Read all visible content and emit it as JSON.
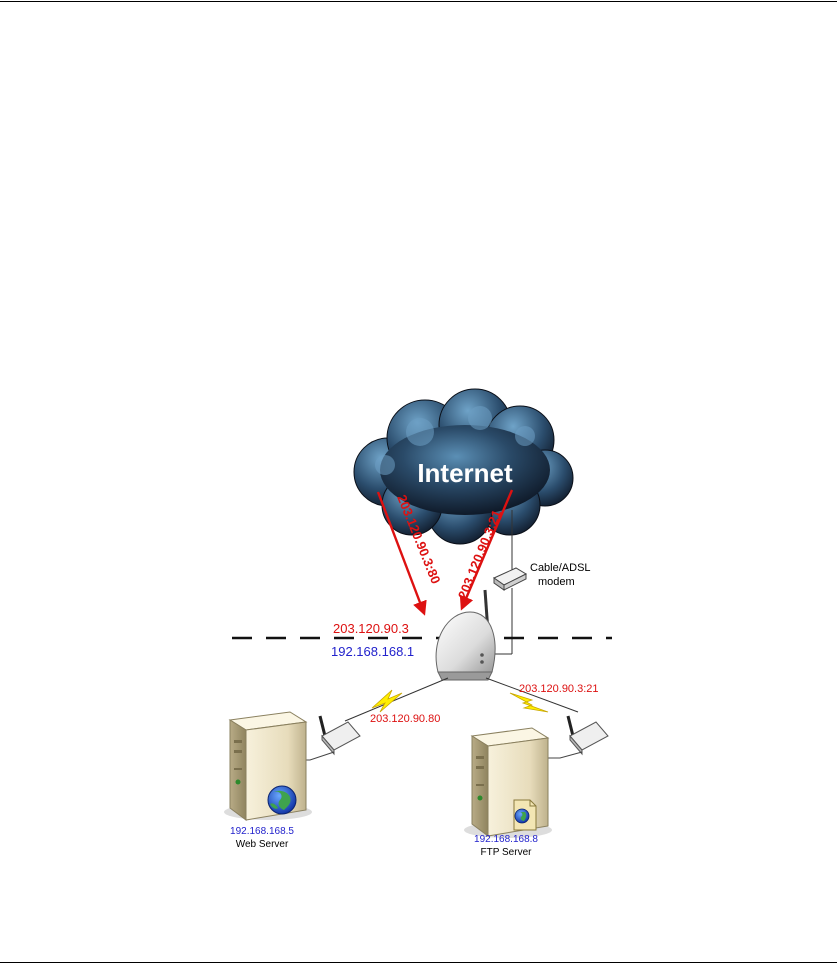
{
  "diagram": {
    "cloud_label": "Internet",
    "arrow_left_label": "203.120.90.3:80",
    "arrow_right_label": "203.120.90.3:21",
    "modem_label_line1": "Cable/ADSL",
    "modem_label_line2": "modem",
    "router_wan_ip": "203.120.90.3",
    "router_lan_ip": "192.168.168.1",
    "link_web_label": "203.120.90.80",
    "link_ftp_label": "203.120.90.3:21",
    "web_server_ip": "192.168.168.5",
    "web_server_name": "Web Server",
    "ftp_server_ip": "192.168.168.8",
    "ftp_server_name": "FTP Server"
  },
  "colors": {
    "wan_red": "#dd1111",
    "lan_blue": "#2222cc",
    "lightning": "#ffee00"
  }
}
